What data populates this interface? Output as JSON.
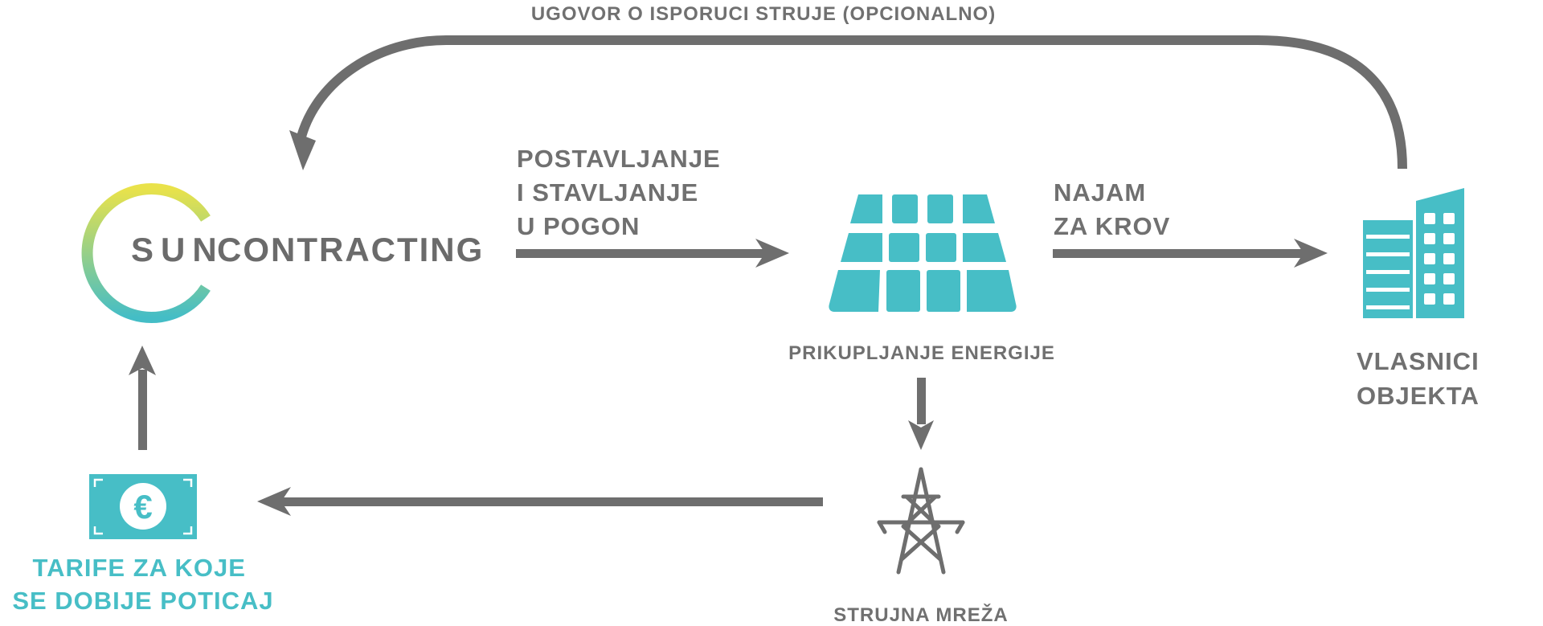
{
  "colors": {
    "gray": "#6e6e6e",
    "label_gray": "#707070",
    "teal": "#47bec6",
    "logo_text": "#6b6b6b",
    "ring_top": "#e9e24a",
    "ring_bottom": "#44bdc6"
  },
  "labels": {
    "top_arc": "UGOVOR O ISPORUCI STRUJE (OPCIONALNO)",
    "install": [
      "POSTAVLJANJE",
      "I STAVLJANJE",
      "U POGON"
    ],
    "rent": [
      "NAJAM",
      "ZA KROV"
    ],
    "collection": "PRIKUPLJANJE ENERGIJE",
    "owners": [
      "VLASNICI",
      "OBJEKTA"
    ],
    "grid": "STRUJNA MREŽA",
    "tariffs": [
      "TARIFE ZA KOJE",
      "SE DOBIJE POTICAJ"
    ]
  },
  "logo": {
    "part1": "SUN",
    "part2": "CONTRACTING"
  },
  "icons": {
    "solar": "solar-panel-icon",
    "building": "building-icon",
    "tower": "power-tower-icon",
    "money": "euro-banknote-icon"
  }
}
